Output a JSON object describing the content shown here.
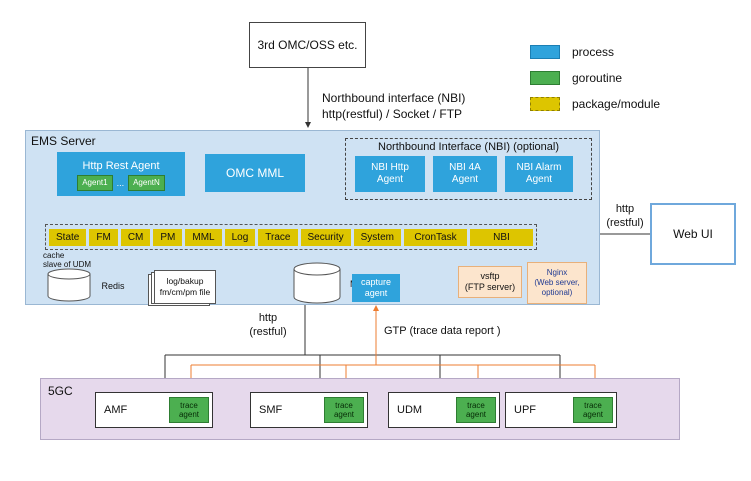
{
  "top_box": {
    "label": "3rd OMC/OSS etc."
  },
  "legend": {
    "items": [
      {
        "label": "process",
        "color": "#2fa3dc"
      },
      {
        "label": "goroutine",
        "color": "#4caf50"
      },
      {
        "label": "package/module",
        "color": "#ddc500"
      }
    ]
  },
  "nbi_note": {
    "line1": "Northbound interface (NBI)",
    "line2": "http(restful) / Socket / FTP"
  },
  "ems": {
    "title": "EMS Server",
    "http_rest_agent": {
      "label": "Http Rest Agent",
      "agents": [
        "Agent1",
        "...",
        "AgentN"
      ]
    },
    "omc_mml": {
      "label": "OMC MML"
    },
    "nbi_group": {
      "title": "Northbound Interface (NBI)  (optional)",
      "agents": [
        {
          "line1": "NBI Http",
          "line2": "Agent"
        },
        {
          "line1": "NBI 4A",
          "line2": "Agent"
        },
        {
          "line1": "NBI Alarm",
          "line2": "Agent"
        }
      ]
    },
    "modules": [
      "State",
      "FM",
      "CM",
      "PM",
      "MML",
      "Log",
      "Trace",
      "Security",
      "System",
      "CronTask",
      "NBI"
    ],
    "cache_note": {
      "line1": "cache",
      "line2": "slave of UDM"
    },
    "redis": {
      "label": "Redis"
    },
    "files": {
      "line1": "log/bakup",
      "line2": "fm/cm/pm file"
    },
    "mysql": {
      "label": "MySQL"
    },
    "capture_agent": {
      "line1": "capture",
      "line2": "agent"
    },
    "vsftp": {
      "line1": "vsftp",
      "line2": "(FTP server)"
    },
    "nginx": {
      "line1": "Nginx",
      "line2": "(Web server,",
      "line3": "optional)"
    }
  },
  "web_ui": {
    "label": "Web UI",
    "link": {
      "line1": "http",
      "line2": "(restful)"
    }
  },
  "south_link": {
    "line1": "http",
    "line2": "(restful)"
  },
  "gtp_label": "GTP  (trace data report )",
  "five_gc": {
    "title": "5GC",
    "elements": [
      {
        "label": "AMF",
        "agent_line1": "trace",
        "agent_line2": "agent"
      },
      {
        "label": "SMF",
        "agent_line1": "trace",
        "agent_line2": "agent"
      },
      {
        "label": "UDM",
        "agent_line1": "trace",
        "agent_line2": "agent"
      },
      {
        "label": "UPF",
        "agent_line1": "trace",
        "agent_line2": "agent"
      }
    ]
  },
  "colors": {
    "process": "#2fa3dc",
    "goroutine": "#4caf50",
    "package": "#ddc500",
    "gtp_line": "#ed7d31"
  }
}
